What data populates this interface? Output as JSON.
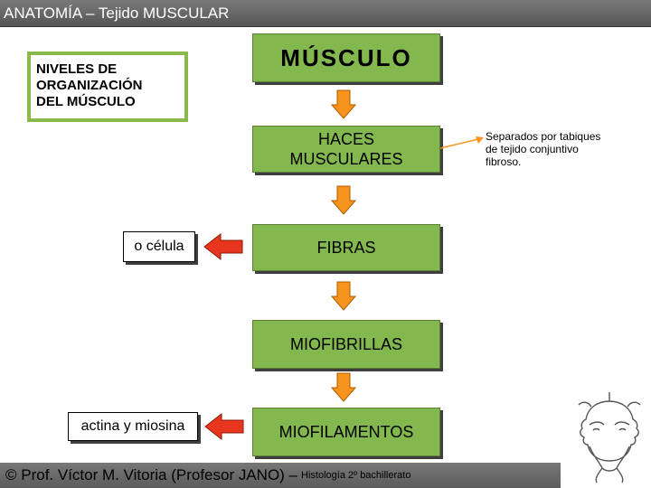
{
  "header": {
    "title": "ANATOMÍA – Tejido MUSCULAR"
  },
  "levels_box": {
    "lines": [
      "NIVELES DE",
      "ORGANIZACIÓN",
      "DEL MÚSCULO"
    ]
  },
  "nodes": {
    "musculo": "MÚSCULO",
    "haces": [
      "HACES",
      "MUSCULARES"
    ],
    "fibras": "FIBRAS",
    "miofibrillas": "MIOFIBRILLAS",
    "miofilamentos": "MIOFILAMENTOS"
  },
  "side_labels": {
    "celula": "o célula",
    "actina": "actina y miosina"
  },
  "note": {
    "lines": [
      "Separados por tabiques",
      "de tejido conjuntivo",
      "fibroso."
    ]
  },
  "footer": {
    "main": "© Prof. Víctor M. Vitoria (Profesor JANO) –",
    "small": "Histología 2º bachillerato"
  },
  "colors": {
    "node_green": "#83b84f",
    "levels_border": "#8ab84a",
    "arrow_orange": "#f7941d",
    "arrow_red": "#e8361e",
    "header_gray": "#666666"
  },
  "icons": {
    "down_arrow": "orange-down-arrow-icon",
    "left_arrow": "red-left-arrow-icon",
    "logo": "janus-head-logo-icon"
  }
}
